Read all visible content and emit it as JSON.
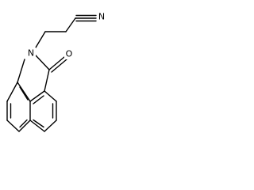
{
  "molecule": {
    "atoms": {
      "nitrile_n": "N",
      "ring_n": "N",
      "carbonyl_o": "O"
    }
  }
}
